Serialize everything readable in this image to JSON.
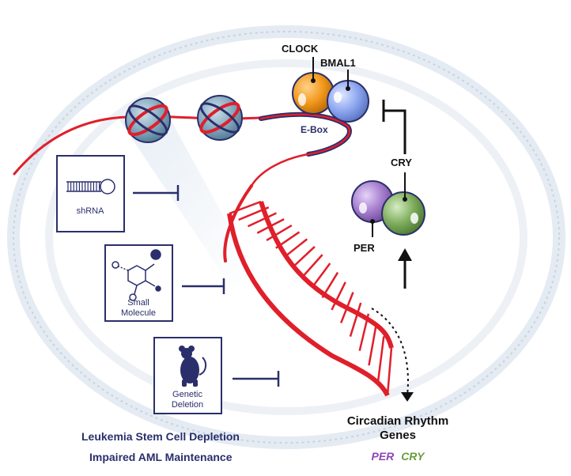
{
  "proteins": {
    "clock": "CLOCK",
    "bmal1": "BMAL1",
    "cry": "CRY",
    "per": "PER"
  },
  "ebox_label": "E-Box",
  "inhibitors": {
    "shrna": "shRNA",
    "small_molecule_line1": "Small",
    "small_molecule_line2": "Molecule",
    "genetic_line1": "Genetic",
    "genetic_line2": "Deletion"
  },
  "outcomes": {
    "line1": "Leukemia Stem Cell Depletion",
    "line2": "Impaired AML Maintenance"
  },
  "genes": {
    "line1": "Circadian Rhythm",
    "line2": "Genes",
    "per": "PER",
    "cry": "CRY"
  },
  "colors": {
    "navy": "#2a2f6b",
    "red": "#e01f2b",
    "clock_orange": "#f39a1e",
    "bmal1_blue": "#8fa8f0",
    "per_purple": "#a77fd0",
    "cry_green": "#7fae5e",
    "per_text": "#8e45b8",
    "cry_text": "#6a9b3d"
  }
}
